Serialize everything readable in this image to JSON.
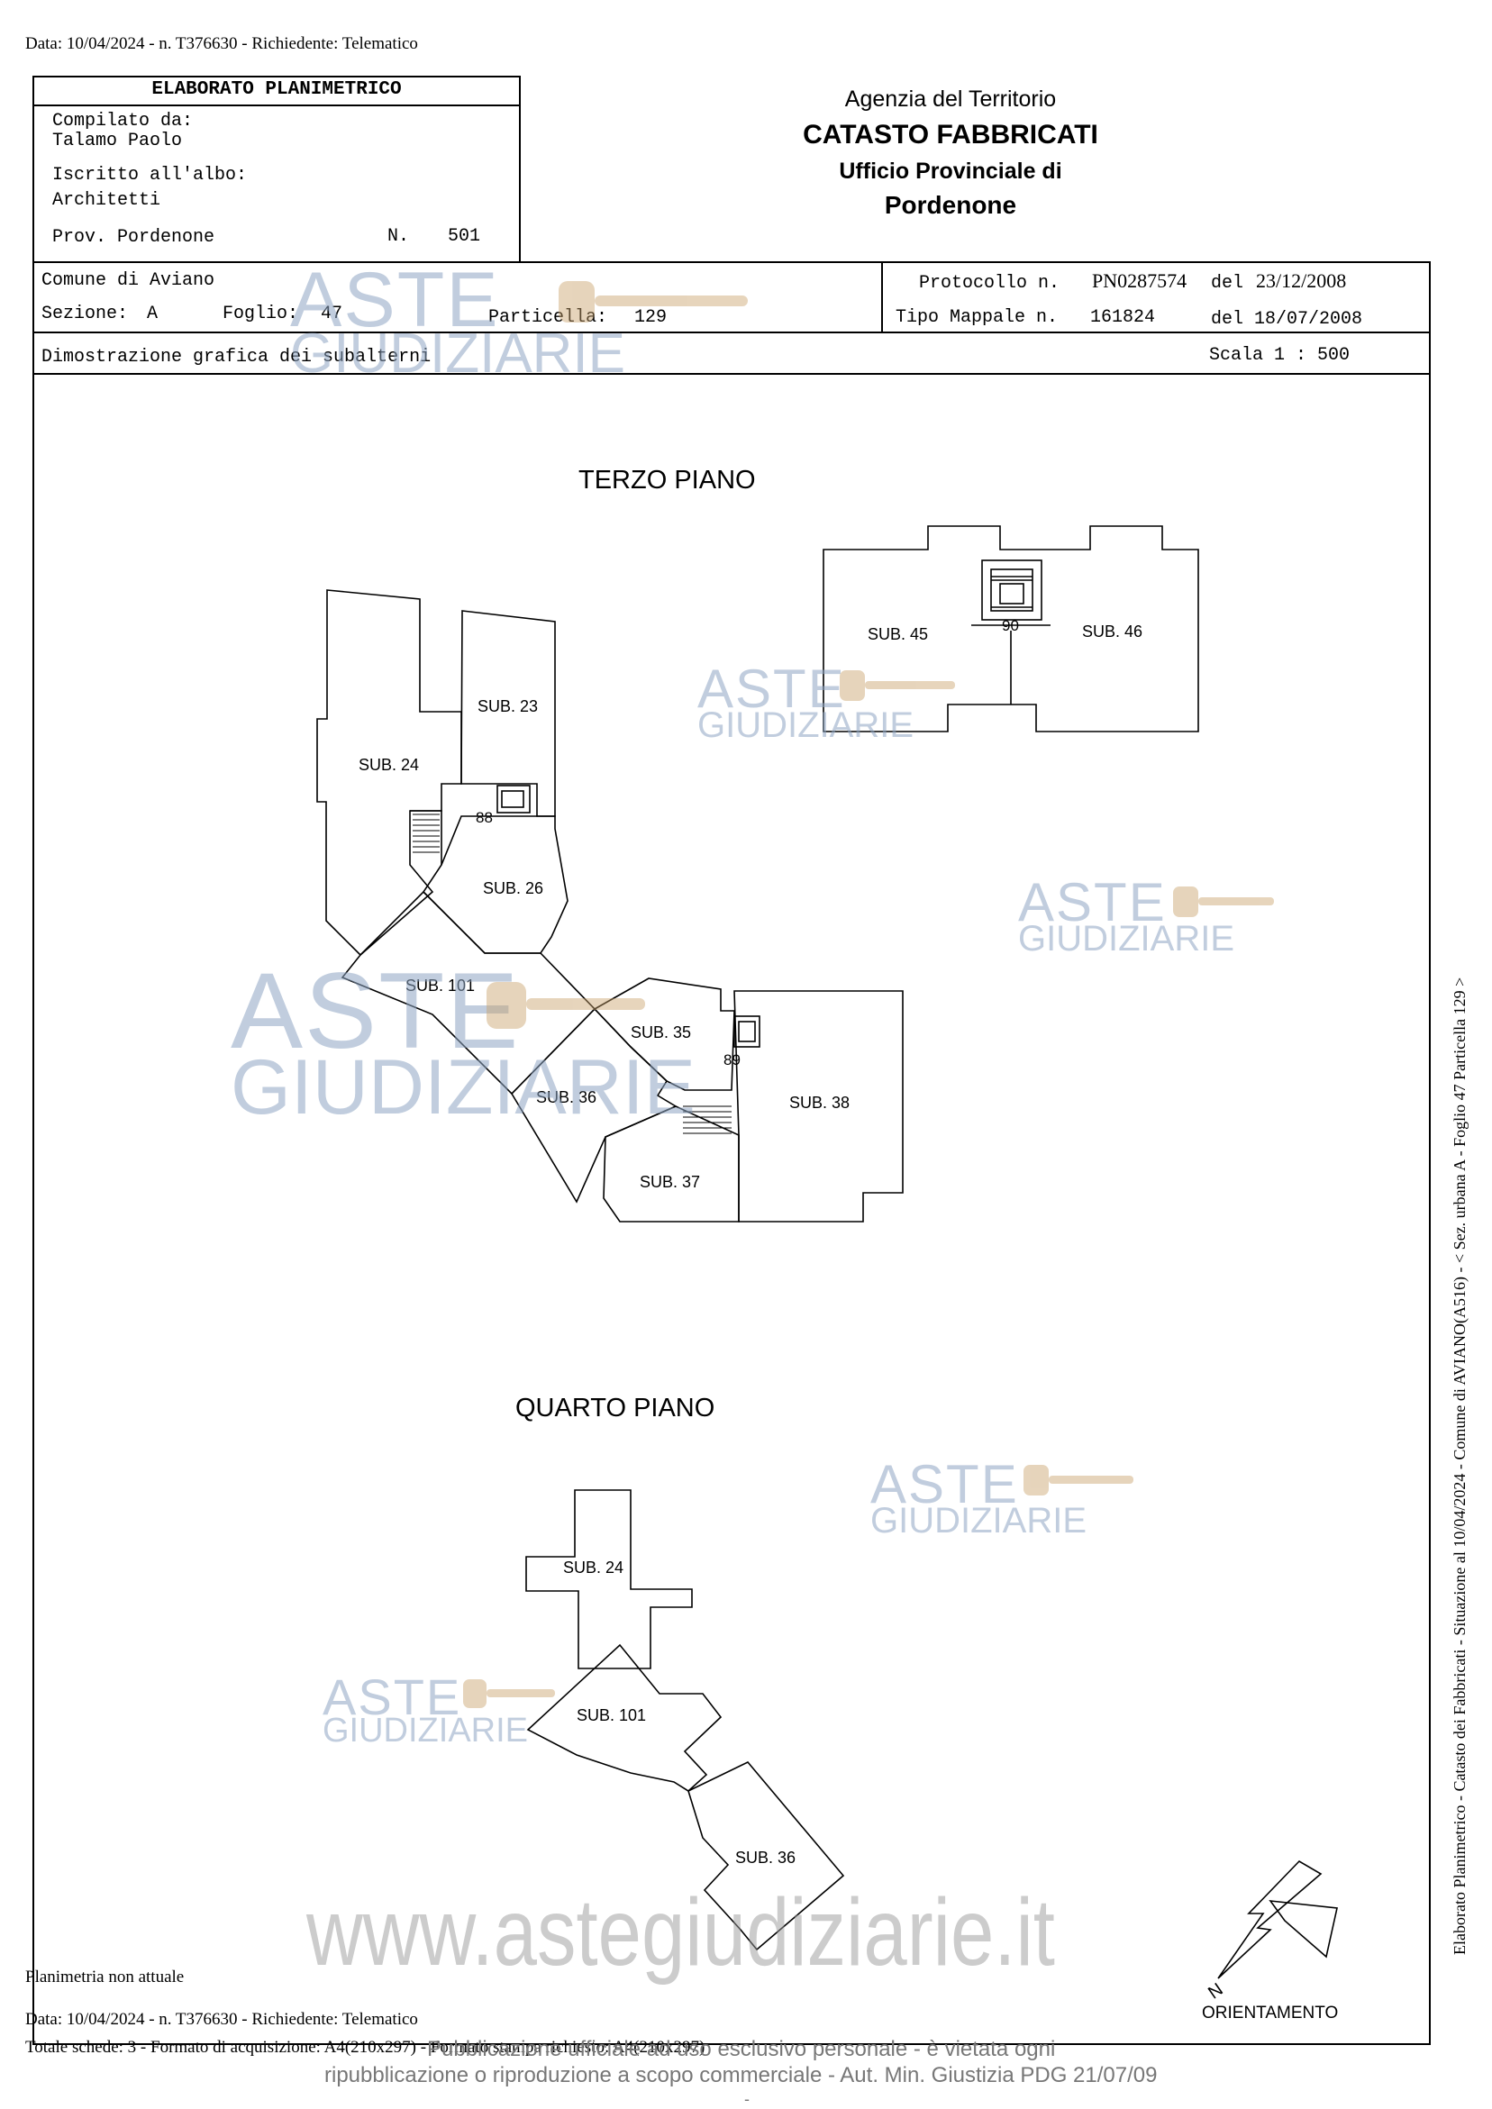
{
  "header_line": "Data: 10/04/2024 - n. T376630 - Richiedente: Telematico",
  "title_box": {
    "title": "ELABORATO PLANIMETRICO",
    "compilato_label": "Compilato da:",
    "compilato_name": "Talamo Paolo",
    "iscritto_label": "Iscritto all'albo:",
    "iscritto_value": "Architetti",
    "prov": "Prov. Pordenone",
    "n_label": "N.",
    "n_value": "501"
  },
  "agency": {
    "line1": "Agenzia del Territorio",
    "line2": "CATASTO FABBRICATI",
    "line3": "Ufficio Provinciale di",
    "line4": "Pordenone"
  },
  "info": {
    "comune": "Comune di Aviano",
    "sezione_label": "Sezione:",
    "sezione_value": "A",
    "foglio_label": "Foglio:",
    "foglio_value": "47",
    "particella_label": "Particella:",
    "particella_value": "129",
    "protocollo_label": "Protocollo n.",
    "protocollo_value": "PN0287574",
    "del_label": "del",
    "protocollo_date": "23/12/2008",
    "tipo_label": "Tipo Mappale n.",
    "tipo_value": "161824",
    "tipo_date_label": "del 18/07/2008",
    "dimostrazione": "Dimostrazione grafica dei subalterni",
    "scala": "Scala 1 : 500"
  },
  "plan": {
    "terzo_title": "TERZO PIANO",
    "quarto_title": "QUARTO PIANO",
    "orientamento": "ORIENTAMENTO",
    "north": "N",
    "labels_terzo": {
      "sub45": "SUB. 45",
      "sub46": "SUB. 46",
      "n90": "90",
      "sub23": "SUB. 23",
      "sub24": "SUB. 24",
      "n88": "88",
      "sub26": "SUB. 26",
      "sub101": "SUB. 101",
      "sub35": "SUB. 35",
      "n89": "89",
      "sub36": "SUB. 36",
      "sub38": "SUB. 38",
      "sub37": "SUB. 37"
    },
    "labels_quarto": {
      "sub24": "SUB. 24",
      "sub101": "SUB. 101",
      "sub36": "SUB. 36"
    }
  },
  "side_text": "Elaborato Planimetrico - Catasto dei Fabbricati - Situazione al 10/04/2024 - Comune di AVIANO(A516) - < Sez. urbana A - Foglio 47 Particella 129 >",
  "watermark": {
    "line1": "ASTE",
    "line2": "GIUDIZIARIE",
    "site": "www.astegiudiziarie.it"
  },
  "footer": {
    "planimetria": "Planimetria non attuale",
    "data_line": "Data: 10/04/2024 - n. T376630 - Richiedente: Telematico",
    "totale": "Totale schede: 3 - Formato di acquisizione: A4(210x297) - Formato stampa richiesto: A4(210x297)",
    "pubblicazione": "Pubblicazione ufficiale ad uso esclusivo personale - è vietata ogni",
    "ripubblicazione": "ripubblicazione o riproduzione a scopo commerciale - Aut. Min. Giustizia PDG 21/07/09",
    "dash": "-"
  },
  "colors": {
    "watermark": "#8fa6c4",
    "gavel": "#c9a26b"
  }
}
